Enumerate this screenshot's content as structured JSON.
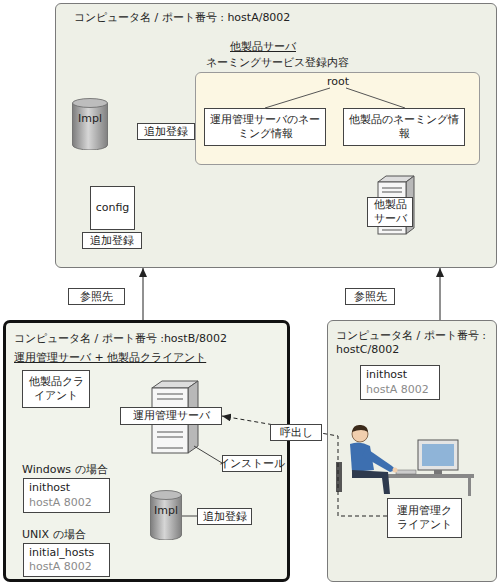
{
  "diagram": {
    "nodes": [
      {
        "text": [
          "コンピュータ名 / ポート番号 : hostA/8002",
          "他製品サーバ"
        ]
      },
      {
        "text": [
          "ネーミングサービス登録内容",
          "root"
        ],
        "in": 0
      },
      {
        "text": [
          "運用管理サーバのネーミング情報"
        ],
        "in": 1
      },
      {
        "text": [
          "他製品のネーミング情報"
        ],
        "in": 1
      },
      {
        "text": [
          "Impl"
        ],
        "in": 0
      },
      {
        "text": [
          "追加登録"
        ],
        "in": 0
      },
      {
        "text": [
          "config"
        ],
        "in": 0
      },
      {
        "text": [
          "追加登録"
        ],
        "in": 0
      },
      {
        "text": [
          "他製品サーバ"
        ],
        "in": 0
      },
      {
        "text": [
          "コンピュータ名 / ポート番号 :hostB/8002",
          "運用管理サーバ + 他製品クライアント"
        ]
      },
      {
        "text": [
          "他製品クライアント"
        ],
        "in": 9
      },
      {
        "text": [
          "運用管理サーバ"
        ],
        "in": 9
      },
      {
        "text": [
          "インストール"
        ],
        "in": 9
      },
      {
        "text": [
          "Windows の場合",
          "inithost",
          "hostA 8002"
        ],
        "in": 9
      },
      {
        "text": [
          "UNIX の場合",
          "initial_hosts",
          "hostA 8002"
        ],
        "in": 9
      },
      {
        "text": [
          "Impl"
        ],
        "in": 9
      },
      {
        "text": [
          "追加登録"
        ],
        "in": 9
      },
      {
        "text": [
          "コンピュータ名 / ポート番号 : hostC/8002"
        ]
      },
      {
        "text": [
          "inithost",
          "hostA 8002"
        ],
        "in": 17
      },
      {
        "text": [
          "運用管理クライアント"
        ],
        "in": 17
      }
    ],
    "edges": [
      {
        "from": 9,
        "to": 0,
        "arrow": "to",
        "label": "参照先"
      },
      {
        "from": 17,
        "to": 0,
        "arrow": "to",
        "label": "参照先"
      },
      {
        "from": 19,
        "to": 11,
        "arrow": "to",
        "label": "呼出し"
      }
    ]
  }
}
